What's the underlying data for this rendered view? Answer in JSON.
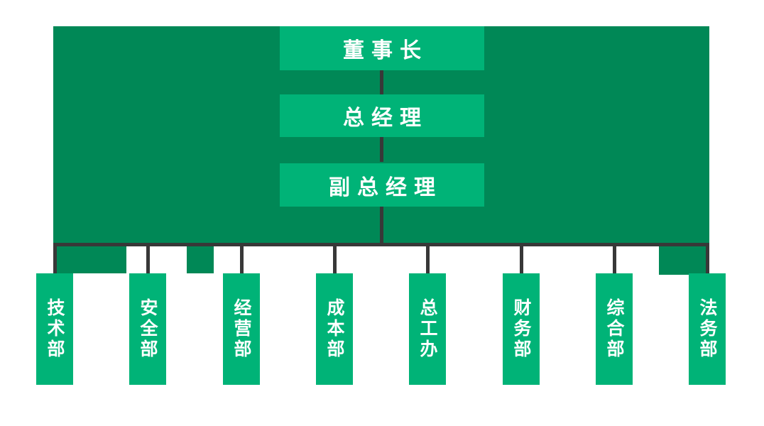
{
  "colors": {
    "background": "#ffffff",
    "panel_green": "#008856",
    "node_green": "#00b377",
    "connector_gray": "#383838",
    "text_white": "#ffffff"
  },
  "org_chart": {
    "type": "organization-hierarchy",
    "executive_chain": [
      {
        "id": "chairman",
        "label": "董事长"
      },
      {
        "id": "general-manager",
        "label": "总经理"
      },
      {
        "id": "deputy-general-manager",
        "label": "副总经理"
      }
    ],
    "departments": [
      {
        "id": "technology",
        "label": "技术部"
      },
      {
        "id": "safety",
        "label": "安全部"
      },
      {
        "id": "operations",
        "label": "经营部"
      },
      {
        "id": "cost",
        "label": "成本部"
      },
      {
        "id": "chief-engineer-office",
        "label": "总工办"
      },
      {
        "id": "finance",
        "label": "财务部"
      },
      {
        "id": "general-affairs",
        "label": "综合部"
      },
      {
        "id": "legal",
        "label": "法务部"
      }
    ]
  }
}
